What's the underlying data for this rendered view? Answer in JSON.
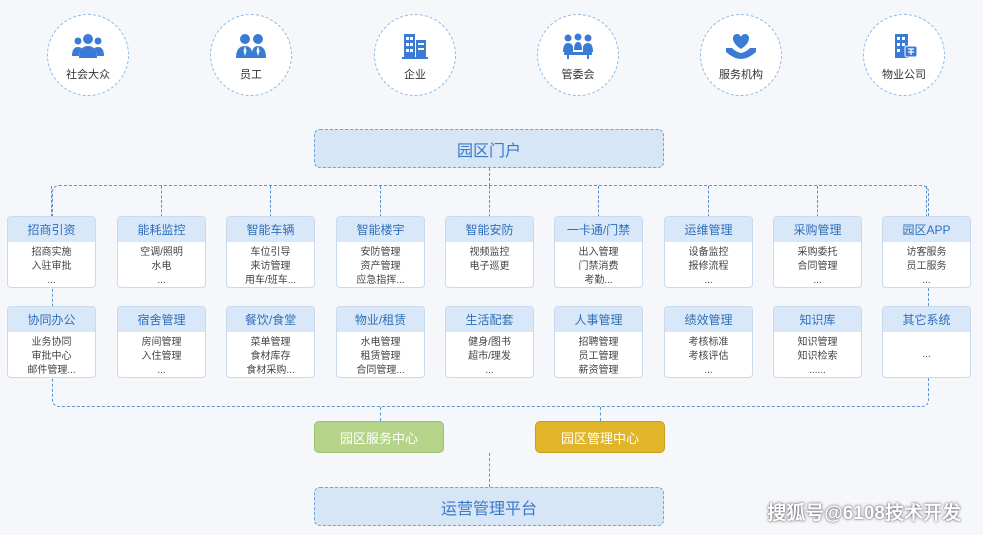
{
  "colors": {
    "accent": "#3a7bd5",
    "service_center": "#b5d48a",
    "management_center": "#e0b52a"
  },
  "stakeholders": [
    {
      "label": "社会大众",
      "icon": "people-group-icon"
    },
    {
      "label": "员工",
      "icon": "staff-icon"
    },
    {
      "label": "企业",
      "icon": "building-icon"
    },
    {
      "label": "管委会",
      "icon": "committee-icon"
    },
    {
      "label": "服务机构",
      "icon": "heart-hand-icon"
    },
    {
      "label": "物业公司",
      "icon": "property-building-icon"
    }
  ],
  "portal": {
    "label": "园区门户"
  },
  "modules_row1": [
    {
      "title": "招商引资",
      "lines": [
        "招商实施",
        "入驻审批",
        "..."
      ]
    },
    {
      "title": "能耗监控",
      "lines": [
        "空调/照明",
        "水电",
        "..."
      ]
    },
    {
      "title": "智能车辆",
      "lines": [
        "车位引导",
        "来访管理",
        "用车/班车..."
      ]
    },
    {
      "title": "智能楼宇",
      "lines": [
        "安防管理",
        "资产管理",
        "应急指挥..."
      ]
    },
    {
      "title": "智能安防",
      "lines": [
        "视频监控",
        "电子巡更"
      ]
    },
    {
      "title": "一卡通/门禁",
      "lines": [
        "出入管理",
        "门禁消费",
        "考勤..."
      ]
    },
    {
      "title": "运维管理",
      "lines": [
        "设备监控",
        "报修流程",
        "..."
      ]
    },
    {
      "title": "采购管理",
      "lines": [
        "采购委托",
        "合同管理",
        "..."
      ]
    },
    {
      "title": "园区APP",
      "lines": [
        "访客服务",
        "员工服务",
        "..."
      ]
    }
  ],
  "modules_row2": [
    {
      "title": "协同办公",
      "lines": [
        "业务协同",
        "审批中心",
        "邮件管理..."
      ]
    },
    {
      "title": "宿舍管理",
      "lines": [
        "房间管理",
        "入住管理",
        "..."
      ]
    },
    {
      "title": "餐饮/食堂",
      "lines": [
        "菜单管理",
        "食材库存",
        "食材采购..."
      ]
    },
    {
      "title": "物业/租赁",
      "lines": [
        "水电管理",
        "租赁管理",
        "合同管理..."
      ]
    },
    {
      "title": "生活配套",
      "lines": [
        "健身/图书",
        "超市/理发",
        "..."
      ]
    },
    {
      "title": "人事管理",
      "lines": [
        "招聘管理",
        "员工管理",
        "薪资管理"
      ]
    },
    {
      "title": "绩效管理",
      "lines": [
        "考核标准",
        "考核评估",
        "..."
      ]
    },
    {
      "title": "知识库",
      "lines": [
        "知识管理",
        "知识检索",
        "......"
      ]
    },
    {
      "title": "其它系统",
      "lines": [
        "..."
      ]
    }
  ],
  "service_center": {
    "label": "园区服务中心"
  },
  "management_center": {
    "label": "园区管理中心"
  },
  "platform": {
    "label": "运营管理平台"
  },
  "watermark": "搜狐号@6108技术开发"
}
